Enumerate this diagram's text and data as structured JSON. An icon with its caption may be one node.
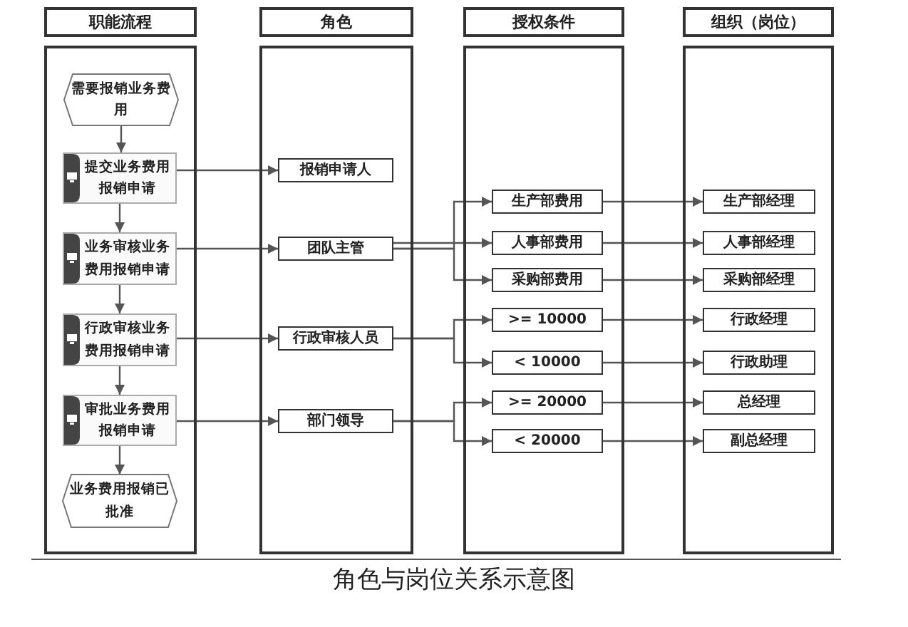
{
  "diagram": {
    "caption": "角色与岗位关系示意图",
    "nodes": [
      {
        "text": [
          "职能流程"
        ]
      },
      {
        "text": [
          "角色"
        ]
      },
      {
        "text": [
          "授权条件"
        ]
      },
      {
        "text": [
          "组织（岗位）"
        ]
      },
      {
        "text": [
          "需要报销业务费用"
        ],
        "in": 0
      },
      {
        "text": [
          "提交业务费用报销申请"
        ],
        "in": 0
      },
      {
        "text": [
          "业务审核业务费用报销申请"
        ],
        "in": 0
      },
      {
        "text": [
          "行政审核业务费用报销申请"
        ],
        "in": 0
      },
      {
        "text": [
          "审批业务费用报销申请"
        ],
        "in": 0
      },
      {
        "text": [
          "业务费用报销已批准"
        ],
        "in": 0
      },
      {
        "text": [
          "报销申请人"
        ],
        "in": 1
      },
      {
        "text": [
          "团队主管"
        ],
        "in": 1
      },
      {
        "text": [
          "行政审核人员"
        ],
        "in": 1
      },
      {
        "text": [
          "部门领导"
        ],
        "in": 1
      },
      {
        "text": [
          "生产部费用"
        ],
        "in": 2
      },
      {
        "text": [
          "人事部费用"
        ],
        "in": 2
      },
      {
        "text": [
          "采购部费用"
        ],
        "in": 2
      },
      {
        "text": [
          ">= 10000"
        ],
        "in": 2
      },
      {
        "text": [
          "< 10000"
        ],
        "in": 2
      },
      {
        "text": [
          ">= 20000"
        ],
        "in": 2
      },
      {
        "text": [
          "< 20000"
        ],
        "in": 2
      },
      {
        "text": [
          "生产部经理"
        ],
        "in": 3
      },
      {
        "text": [
          "人事部经理"
        ],
        "in": 3
      },
      {
        "text": [
          "采购部经理"
        ],
        "in": 3
      },
      {
        "text": [
          "行政经理"
        ],
        "in": 3
      },
      {
        "text": [
          "行政助理"
        ],
        "in": 3
      },
      {
        "text": [
          "总经理"
        ],
        "in": 3
      },
      {
        "text": [
          "副总经理"
        ],
        "in": 3
      }
    ],
    "edges": [
      {
        "from": 4,
        "to": 5,
        "arrow": "to"
      },
      {
        "from": 5,
        "to": 6,
        "arrow": "to"
      },
      {
        "from": 6,
        "to": 7,
        "arrow": "to"
      },
      {
        "from": 7,
        "to": 8,
        "arrow": "to"
      },
      {
        "from": 8,
        "to": 9,
        "arrow": "to"
      },
      {
        "from": 5,
        "to": 10,
        "arrow": "to"
      },
      {
        "from": 6,
        "to": 11,
        "arrow": "to"
      },
      {
        "from": 7,
        "to": 12,
        "arrow": "to"
      },
      {
        "from": 8,
        "to": 13,
        "arrow": "to"
      },
      {
        "from": 11,
        "to": 14,
        "arrow": "to"
      },
      {
        "from": 11,
        "to": 15,
        "arrow": "to"
      },
      {
        "from": 11,
        "to": 16,
        "arrow": "to"
      },
      {
        "from": 12,
        "to": 17,
        "arrow": "to"
      },
      {
        "from": 12,
        "to": 18,
        "arrow": "to"
      },
      {
        "from": 13,
        "to": 19,
        "arrow": "to"
      },
      {
        "from": 13,
        "to": 20,
        "arrow": "to"
      },
      {
        "from": 14,
        "to": 21,
        "arrow": "to"
      },
      {
        "from": 15,
        "to": 22,
        "arrow": "to"
      },
      {
        "from": 16,
        "to": 23,
        "arrow": "to"
      },
      {
        "from": 17,
        "to": 24,
        "arrow": "to"
      },
      {
        "from": 18,
        "to": 25,
        "arrow": "to"
      },
      {
        "from": 19,
        "to": 26,
        "arrow": "to"
      },
      {
        "from": 20,
        "to": 27,
        "arrow": "to"
      }
    ]
  }
}
